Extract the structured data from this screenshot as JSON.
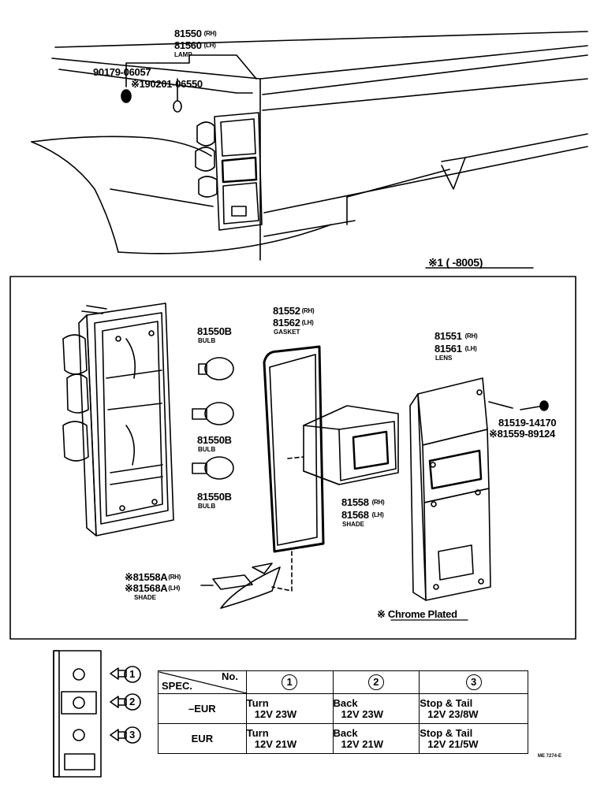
{
  "top": {
    "lamp_rh": "81550",
    "lamp_rh_side": "(RH)",
    "lamp_lh": "81560",
    "lamp_lh_side": "(LH)",
    "lamp_label": "LAMP",
    "screw": "90179-06057",
    "clip": "※190201-06550"
  },
  "note_range": "※1 (        -8005)",
  "parts": {
    "bulb1_no": "81550B",
    "bulb1_label": "BULB",
    "bulb2_no": "81550B",
    "bulb2_label": "BULB",
    "bulb3_no": "81550B",
    "bulb3_label": "BULB",
    "gasket_rh": "81552",
    "gasket_rh_side": "(RH)",
    "gasket_lh": "81562",
    "gasket_lh_side": "(LH)",
    "gasket_label": "GASKET",
    "lens_rh": "81551",
    "lens_rh_side": "(RH)",
    "lens_lh": "81561",
    "lens_lh_side": "(LH)",
    "lens_label": "LENS",
    "screw_no": "81519-14170",
    "screw_alt": "※81559-89124",
    "shade_rh": "81558",
    "shade_rh_side": "(RH)",
    "shade_lh": "81568",
    "shade_lh_side": "(LH)",
    "shade_label": "SHADE",
    "shadeA_rh": "※81558A",
    "shadeA_rh_side": "(RH)",
    "shadeA_lh": "※81568A",
    "shadeA_lh_side": "(LH)",
    "shadeA_label": "SHADE"
  },
  "chrome_note": "※ Chrome Plated",
  "key": {
    "n1": "1",
    "n2": "2",
    "n3": "3"
  },
  "table": {
    "header_spec": "SPEC.",
    "header_no": "No.",
    "col1": "1",
    "col2": "2",
    "col3": "3",
    "rows": [
      {
        "spec": "–EUR",
        "c1_name": "Turn",
        "c1_val": "12V  23W",
        "c2_name": "Back",
        "c2_val": "12V   23W",
        "c3_name": "Stop & Tail",
        "c3_val": "12V 23/8W"
      },
      {
        "spec": "EUR",
        "c1_name": "Turn",
        "c1_val": "12V  21W",
        "c2_name": "Back",
        "c2_val": "12V  21W",
        "c3_name": "Stop & Tail",
        "c3_val": "12V  21/5W"
      }
    ]
  },
  "ref_code": "ME 7274-E"
}
